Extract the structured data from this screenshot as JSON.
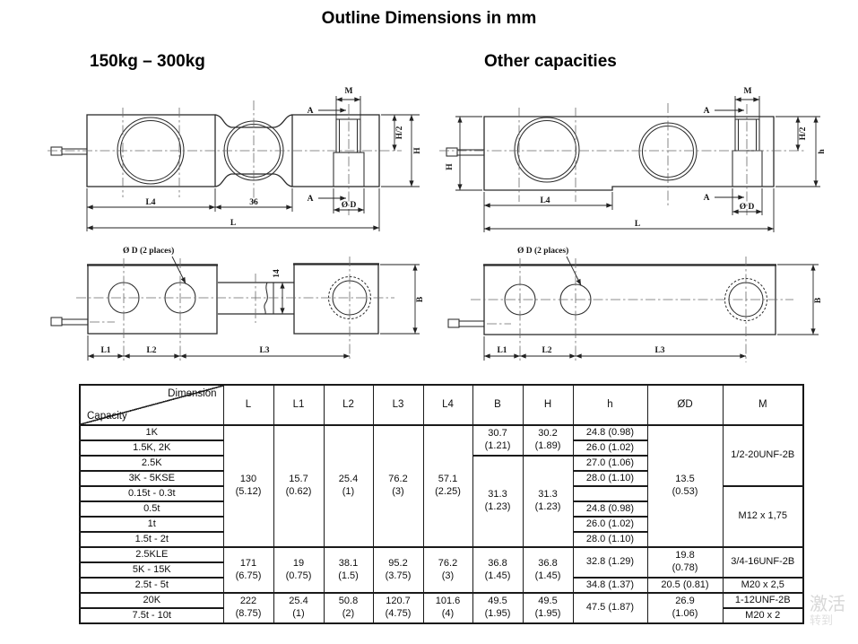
{
  "page": {
    "title": "Outline Dimensions in mm",
    "heading_left": "150kg – 300kg",
    "heading_right": "Other capacities"
  },
  "drawings": {
    "labels": {
      "m": "M",
      "a": "A",
      "hHalf": "H/2",
      "H": "H",
      "hSmall": "h",
      "l": "L",
      "l1": "L1",
      "l2": "L2",
      "l3": "L3",
      "l4": "L4",
      "b": "B",
      "mid36": "36",
      "bar14": "14",
      "od": "Ø D",
      "od2": "Ø D (2 places)"
    }
  },
  "table": {
    "header": {
      "dimension": "Dimension",
      "capacity": "Capacity",
      "columns": [
        "L",
        "L1",
        "L2",
        "L3",
        "L4",
        "B",
        "H",
        "h",
        "ØD",
        "M"
      ]
    },
    "cap": [
      "1K",
      "1.5K, 2K",
      "2.5K",
      "3K - 5KSE",
      "0.15t - 0.3t",
      "0.5t",
      "1t",
      "1.5t - 2t",
      "2.5KLE",
      "5K - 15K",
      "2.5t - 5t",
      "20K",
      "7.5t - 10t"
    ],
    "cells": {
      "L": {
        "g1": "130\n(5.12)",
        "g2": "171\n(6.75)",
        "g3": "222\n(8.75)"
      },
      "L1": {
        "g1": "15.7\n(0.62)",
        "g2": "19\n(0.75)",
        "g3": "25.4\n(1)"
      },
      "L2": {
        "g1": "25.4\n(1)",
        "g2": "38.1\n(1.5)",
        "g3": "50.8\n(2)"
      },
      "L3": {
        "g1": "76.2\n(3)",
        "g2": "95.2\n(3.75)",
        "g3": "120.7\n(4.75)"
      },
      "L4": {
        "g1": "57.1\n(2.25)",
        "g2": "76.2\n(3)",
        "g3": "101.6\n(4)"
      },
      "B": {
        "b1": "30.7\n(1.21)",
        "b2": "31.3\n(1.23)",
        "b3": "36.8\n(1.45)",
        "b4": "49.5\n(1.95)"
      },
      "H": {
        "h1": "30.2\n(1.89)",
        "h2": "31.3\n(1.23)",
        "h3": "36.8\n(1.45)",
        "h4": "49.5\n(1.95)"
      },
      "h": {
        "r1": "24.8 (0.98)",
        "r2": "26.0 (1.02)",
        "r3": "27.0 (1.06)",
        "r4": "28.0 (1.10)",
        "r5": "",
        "r6": "24.8 (0.98)",
        "r7": "26.0 (1.02)",
        "r8": "28.0 (1.10)",
        "r9": "32.8 (1.29)",
        "r11": "34.8 (1.37)",
        "r12": "47.5 (1.87)"
      },
      "OD": {
        "d1": "13.5\n(0.53)",
        "d2": "19.8\n(0.78)",
        "d3": "20.5 (0.81)",
        "d4": "26.9\n(1.06)"
      },
      "M": {
        "m1": "1/2-20UNF-2B",
        "m2": "M12 x 1,75",
        "m3": "3/4-16UNF-2B",
        "m4": "M20 x 2,5",
        "m5": "1-12UNF-2B",
        "m6": "M20 x 2"
      }
    }
  },
  "watermark": {
    "line1": "激活",
    "line2": "转到"
  }
}
